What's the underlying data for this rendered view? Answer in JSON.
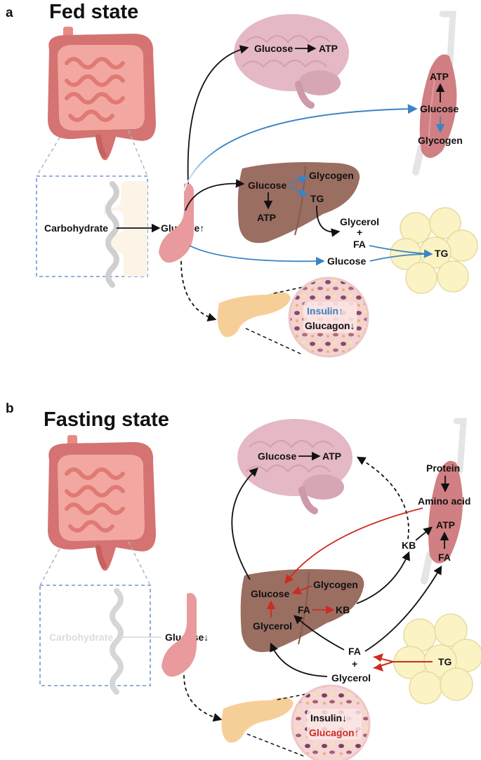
{
  "panel_a": {
    "letter": "a",
    "title": "Fed state",
    "carbohydrate": "Carbohydrate",
    "glucose_gut": "Glucose↑",
    "brain_glucose": "Glucose",
    "brain_atp": "ATP",
    "muscle_atp": "ATP",
    "muscle_glucose": "Glucose",
    "muscle_glycogen": "Glycogen",
    "liver_glucose": "Glucose",
    "liver_glycogen": "Glycogen",
    "liver_tg": "TG",
    "liver_atp": "ATP",
    "glycerol": "Glycerol",
    "plus": "+",
    "fa": "FA",
    "blood_glucose": "Glucose",
    "adipose_tg": "TG",
    "insulin": "Insulin↑",
    "glucagon": "Glucagon↓"
  },
  "panel_b": {
    "letter": "b",
    "title": "Fasting state",
    "carbohydrate": "Carbohydrate",
    "glucose_gut": "Glucose↓",
    "brain_glucose": "Glucose",
    "brain_atp": "ATP",
    "protein": "Protein",
    "amino_acid": "Amino acid",
    "muscle_atp": "ATP",
    "muscle_fa": "FA",
    "kb_outer": "KB",
    "liver_glucose": "Glucose",
    "liver_glycogen": "Glycogen",
    "liver_fa": "FA",
    "liver_kb": "KB",
    "liver_glycerol": "Glycerol",
    "fa": "FA",
    "plus": "+",
    "glycerol": "Glycerol",
    "adipose_tg": "TG",
    "insulin": "Insulin↓",
    "glucagon": "Glucagon↑"
  },
  "colors": {
    "black_arrow": "#111111",
    "blue_arrow": "#3a84c4",
    "red_arrow": "#cc2b22",
    "liver": "#9b6e62",
    "brain": "#e4b8c4",
    "muscle": "#d07f82",
    "intestine": "#e68a86",
    "adipose": "#fbf3c4",
    "pancreas": "#f6cf98",
    "islet": "#f1c8c8"
  },
  "icons": [
    "intestine-icon",
    "brain-icon",
    "muscle-icon",
    "liver-icon",
    "stomach-icon",
    "pancreas-icon",
    "islet-icon",
    "adipose-icon"
  ]
}
